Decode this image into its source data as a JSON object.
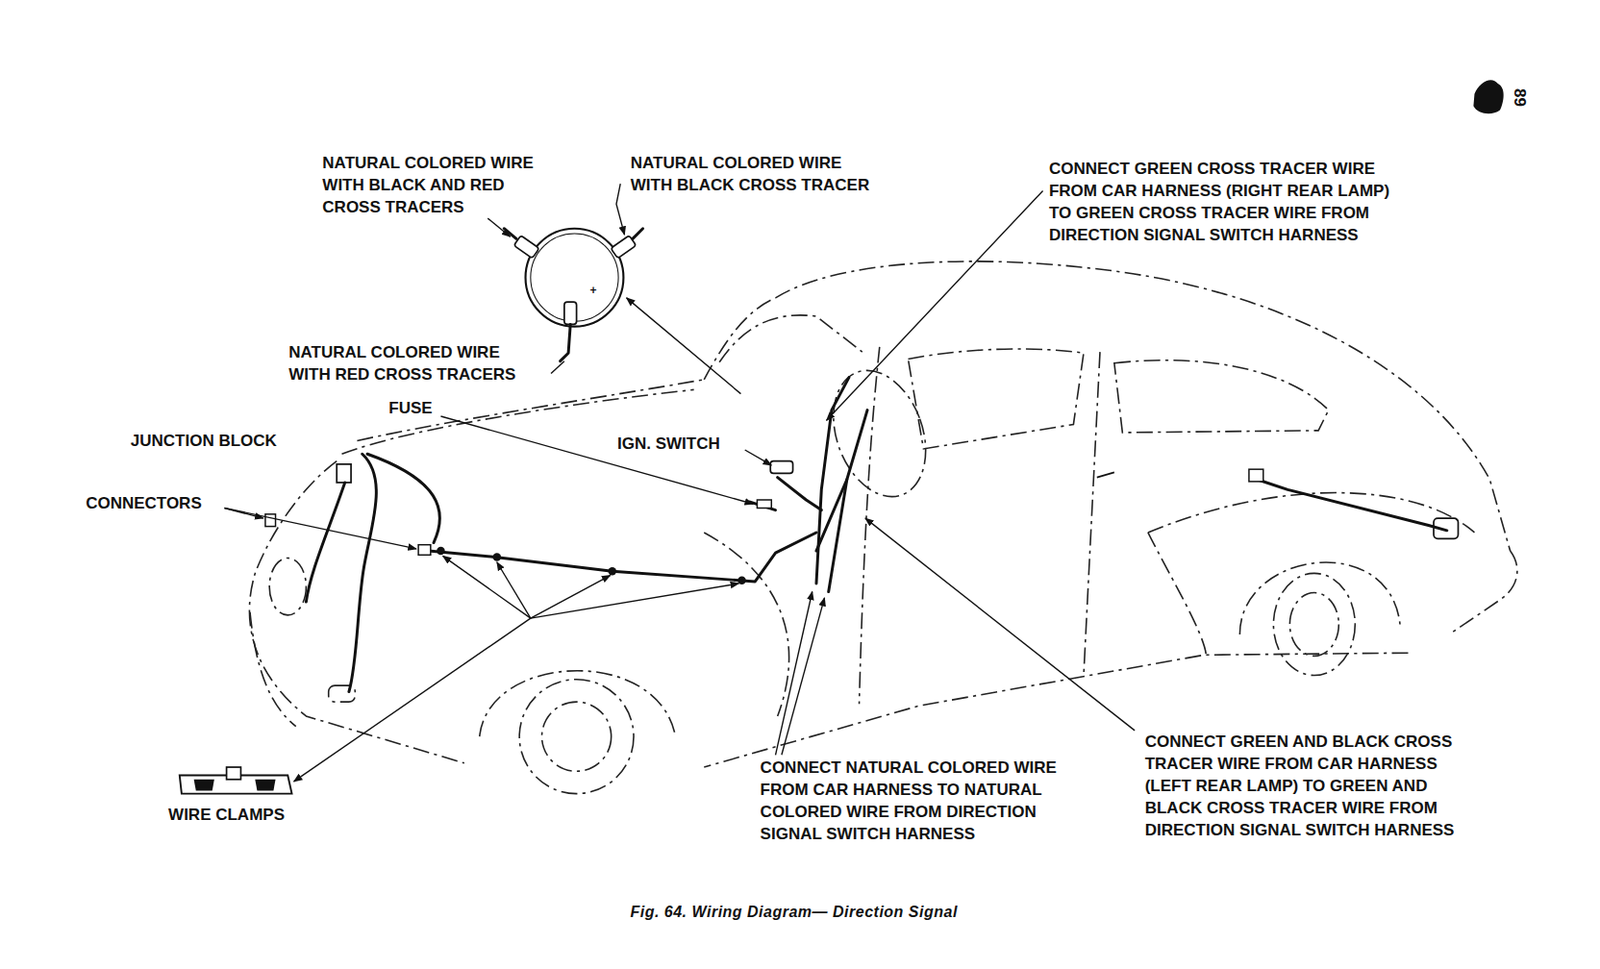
{
  "diagram": {
    "caption": "Fig. 64. Wiring Diagram— Direction Signal",
    "labels": [
      "89",
      "NATURAL COLORED WIRE WITH BLACK AND RED CROSS TRACERS",
      "NATURAL COLORED WIRE WITH BLACK CROSS TRACER",
      "CONNECT GREEN CROSS TRACER WIRE FROM CAR HARNESS (RIGHT REAR LAMP) TO GREEN CROSS TRACER WIRE FROM DIRECTION SIGNAL SWITCH HARNESS",
      "+",
      "NATURAL COLORED WIRE WITH RED CROSS TRACERS",
      "FUSE",
      "JUNCTION BLOCK",
      "IGN. SWITCH",
      "CONNECTORS",
      "CONNECT GREEN AND BLACK CROSS TRACER WIRE FROM CAR HARNESS (LEFT REAR LAMP) TO GREEN AND BLACK CROSS TRACER WIRE FROM DIRECTION SIGNAL SWITCH HARNESS",
      "CONNECT NATURAL COLORED WIRE FROM CAR HARNESS TO NATURAL COLORED WIRE FROM DIRECTION SIGNAL SWITCH HARNESS",
      "WIRE CLAMPS"
    ]
  }
}
